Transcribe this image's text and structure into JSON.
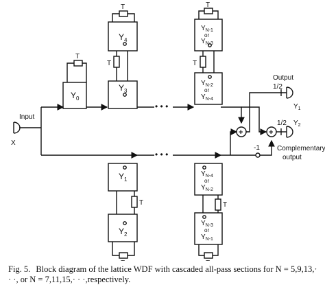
{
  "labels": {
    "input": "Input",
    "x": "X",
    "output": "Output",
    "half_top": "1/2",
    "y1": "Y",
    "y1_sub": "1",
    "y2": "Y",
    "y2_sub": "2",
    "half_bottom": "1/2",
    "minus_one": "-1",
    "comp_output_1": "Complementary",
    "comp_output_2": "output",
    "t": "T",
    "plus": "+",
    "dots": "•  •  •"
  },
  "blocks": {
    "y0": {
      "main": "Y",
      "sub": "0"
    },
    "y1": {
      "main": "Y",
      "sub": "1"
    },
    "y2": {
      "main": "Y",
      "sub": "2"
    },
    "y3": {
      "main": "Y",
      "sub": "3"
    },
    "y4": {
      "main": "Y",
      "sub": "4"
    },
    "yn1_top": {
      "line1": "Y",
      "line1_sub": "N-1",
      "or": "or",
      "line2": "Y",
      "line2_sub": "N-3"
    },
    "yn2_top": {
      "line1": "Y",
      "line1_sub": "N-2",
      "or": "or",
      "line2": "Y",
      "line2_sub": "N-4"
    },
    "yn4_bot": {
      "line1": "Y",
      "line1_sub": "N-4",
      "or": "or",
      "line2": "Y",
      "line2_sub": "N-2"
    },
    "yn3_bot": {
      "line1": "Y",
      "line1_sub": "N-3",
      "or": "or",
      "line2": "Y",
      "line2_sub": "N-1"
    }
  },
  "caption": {
    "label": "Fig. 5.",
    "text": "Block diagram of the lattice WDF with cascaded all-pass sections for N = 5,9,13,· · ·, or N = 7,11,15,· · ·,respectively."
  }
}
